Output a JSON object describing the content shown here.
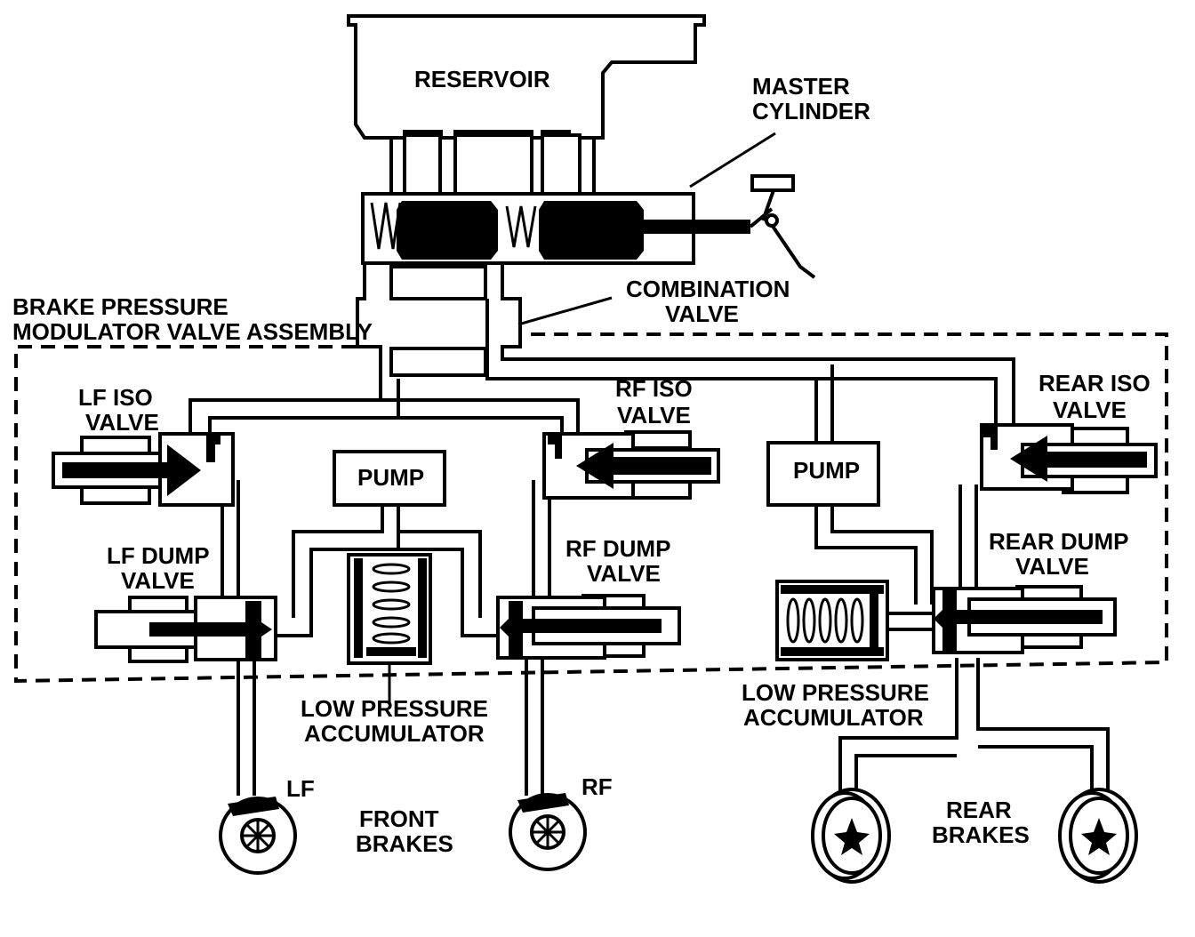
{
  "labels": {
    "reservoir": "RESERVOIR",
    "master_cylinder": [
      "MASTER",
      "CYLINDER"
    ],
    "combination_valve": [
      "COMBINATION",
      "VALVE"
    ],
    "modulator_assembly": [
      "BRAKE PRESSURE",
      "MODULATOR VALVE ASSEMBLY"
    ],
    "lf_iso_valve": [
      "LF ISO",
      "VALVE"
    ],
    "rf_iso_valve": [
      "RF ISO",
      "VALVE"
    ],
    "rear_iso_valve": [
      "REAR ISO",
      "VALVE"
    ],
    "pump_front": "PUMP",
    "pump_rear": "PUMP",
    "lf_dump_valve": [
      "LF DUMP",
      "VALVE"
    ],
    "rf_dump_valve": [
      "RF DUMP",
      "VALVE"
    ],
    "rear_dump_valve": [
      "REAR DUMP",
      "VALVE"
    ],
    "low_pressure_accumulator_front": [
      "LOW PRESSURE",
      "ACCUMULATOR"
    ],
    "low_pressure_accumulator_rear": [
      "LOW PRESSURE",
      "ACCUMULATOR"
    ],
    "lf": "LF",
    "rf": "RF",
    "front_brakes": [
      "FRONT",
      "BRAKES"
    ],
    "rear_brakes": [
      "REAR",
      "BRAKES"
    ]
  }
}
